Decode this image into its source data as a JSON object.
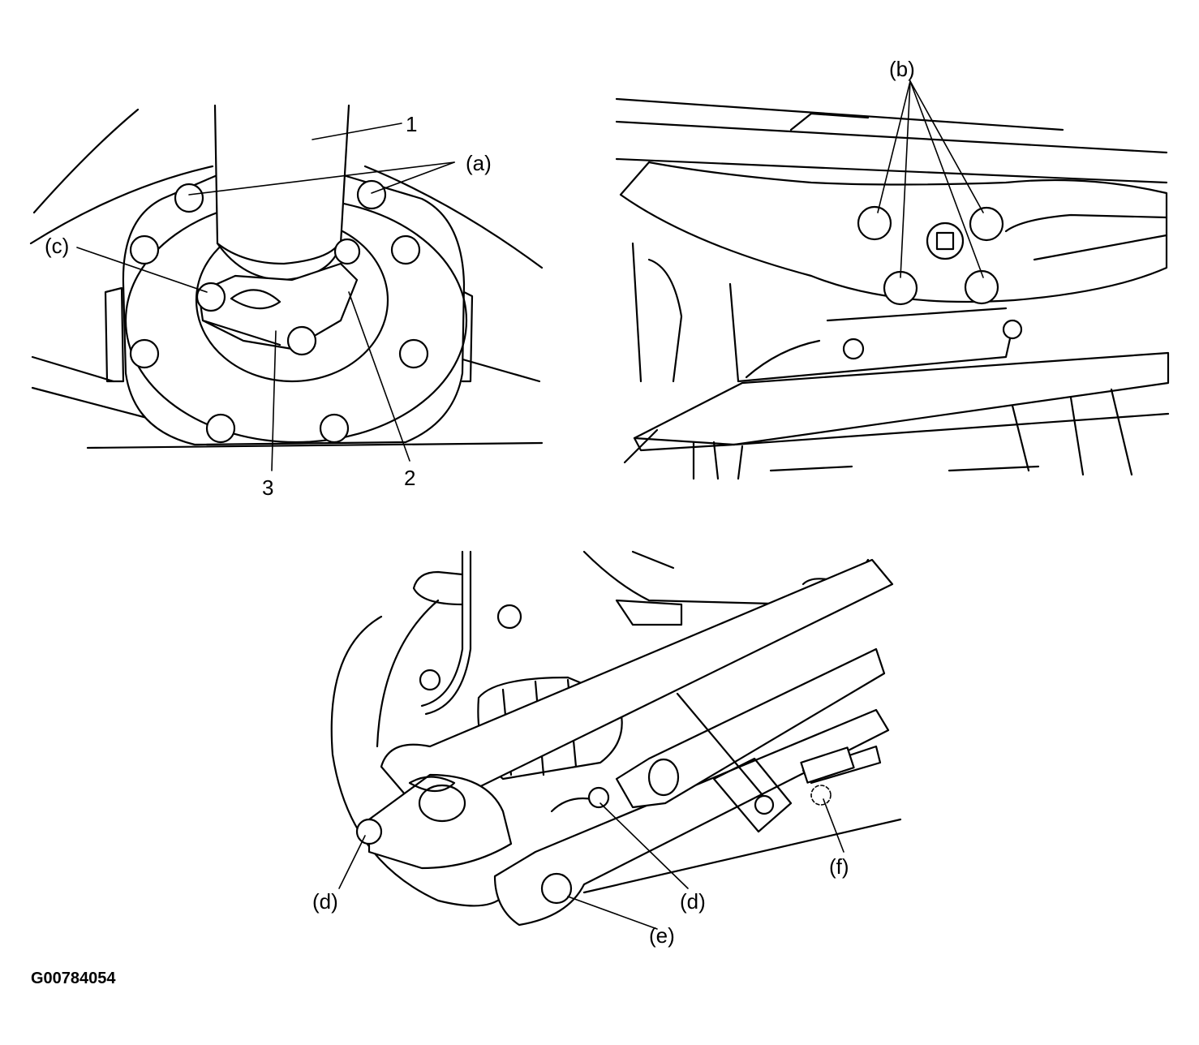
{
  "labels": {
    "item_1": "1",
    "item_2": "2",
    "item_3": "3",
    "a": "(a)",
    "b": "(b)",
    "c": "(c)",
    "d_left": "(d)",
    "d_right": "(d)",
    "e": "(e)",
    "f": "(f)"
  },
  "figure_code": "G00784054"
}
